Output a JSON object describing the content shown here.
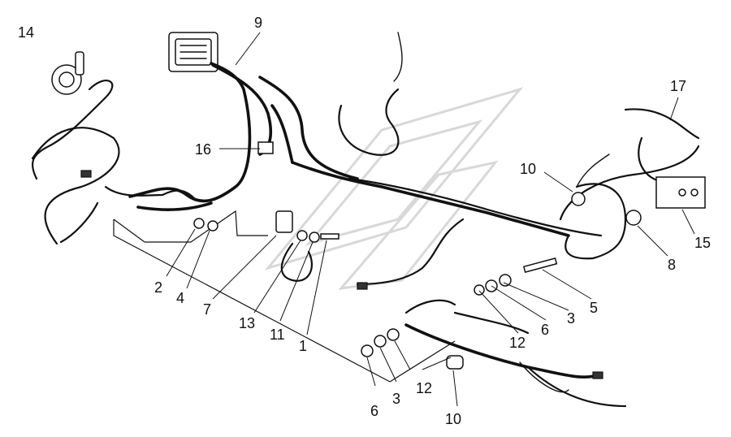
{
  "callouts": [
    {
      "id": "c14a",
      "text": "14"
    },
    {
      "id": "c9",
      "text": "9"
    },
    {
      "id": "c16",
      "text": "16"
    },
    {
      "id": "c17",
      "text": "17"
    },
    {
      "id": "c10a",
      "text": "10"
    },
    {
      "id": "c15",
      "text": "15"
    },
    {
      "id": "c8",
      "text": "8"
    },
    {
      "id": "c5",
      "text": "5"
    },
    {
      "id": "c3a",
      "text": "3"
    },
    {
      "id": "c6a",
      "text": "6"
    },
    {
      "id": "c12a",
      "text": "12"
    },
    {
      "id": "c2",
      "text": "2"
    },
    {
      "id": "c4",
      "text": "4"
    },
    {
      "id": "c7",
      "text": "7"
    },
    {
      "id": "c13",
      "text": "13"
    },
    {
      "id": "c11",
      "text": "11"
    },
    {
      "id": "c1",
      "text": "1"
    },
    {
      "id": "c6b",
      "text": "6"
    },
    {
      "id": "c3b",
      "text": "3"
    },
    {
      "id": "c12b",
      "text": "12"
    },
    {
      "id": "c10b",
      "text": "10"
    }
  ]
}
